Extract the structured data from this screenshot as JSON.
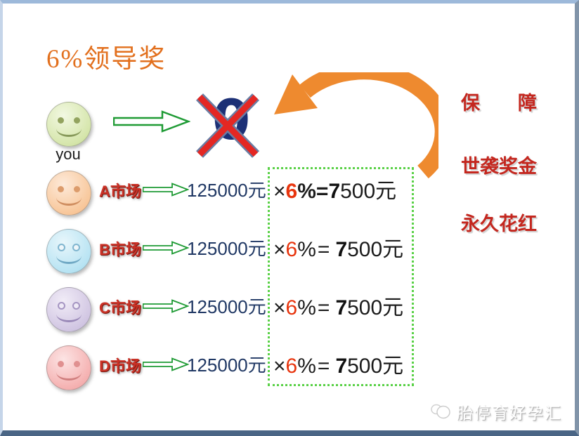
{
  "title": "6%领导奖",
  "you": {
    "label": "you",
    "blocked_value": "0"
  },
  "benefits": [
    "保　　障",
    "世袭奖金",
    "永久花红"
  ],
  "markets": [
    {
      "name": "A市场",
      "amount": "125000元",
      "times": "×",
      "rate": "6",
      "pct": "%",
      "eq": "=",
      "bold_digit": "7",
      "tail": "500元"
    },
    {
      "name": "B市场",
      "amount": "125000元",
      "times": "×",
      "rate": "6",
      "pct": "%",
      "eq": "=",
      "bold_digit": "7",
      "tail": "500元"
    },
    {
      "name": "C市场",
      "amount": "125000元",
      "times": "×",
      "rate": "6",
      "pct": "%",
      "eq": "=",
      "bold_digit": "7",
      "tail": "500元"
    },
    {
      "name": "D市场",
      "amount": "125000元",
      "times": "×",
      "rate": "6",
      "pct": "%",
      "eq": "=",
      "bold_digit": "7",
      "tail": "500元"
    }
  ],
  "watermark": "胎停育好孕汇",
  "colors": {
    "title_orange": "#e2701e",
    "curved_arrow_orange": "#ee8a2f",
    "arrow_green": "#1f9b35",
    "dashed_green": "#5ad147",
    "benefit_red": "#c4271f",
    "market_red": "#ca3227",
    "amount_navy": "#203864",
    "rate_red": "#e8350e",
    "zero_navy": "#1c3076",
    "cross_red": "#e42723"
  }
}
